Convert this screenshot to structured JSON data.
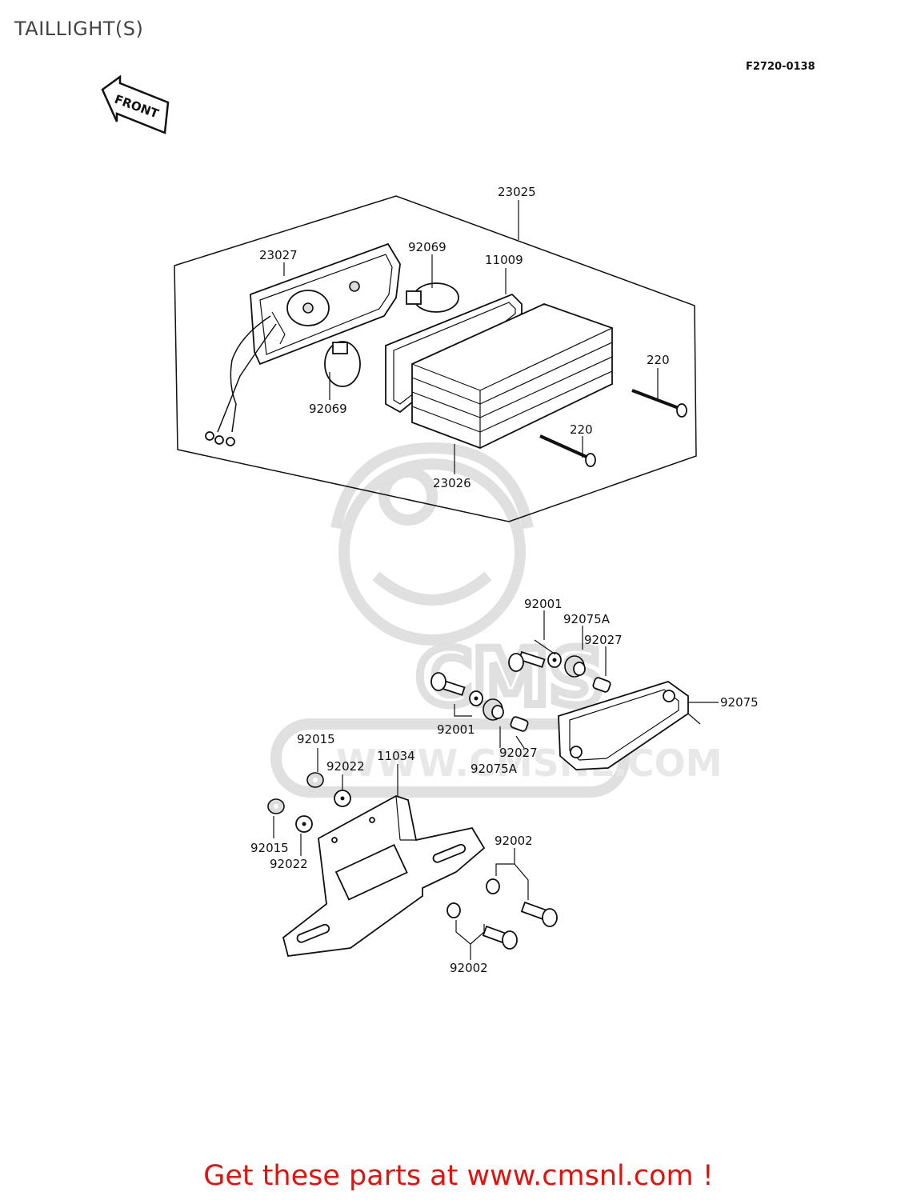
{
  "header": {
    "title": "TAILLIGHT(S)",
    "figure_code": "F2720-0138"
  },
  "front_arrow": {
    "label": "FRONT",
    "icon": "front-direction-arrow-icon"
  },
  "callouts": {
    "c23025": "23025",
    "c23027": "23027",
    "c92069_top": "92069",
    "c11009": "11009",
    "c92069_bottom": "92069",
    "c220_top": "220",
    "c220_bottom": "220",
    "c23026": "23026",
    "c92001_top": "92001",
    "c92075A_top": "92075A",
    "c92027_top": "92027",
    "c92075": "92075",
    "c92001_mid": "92001",
    "c92027_mid": "92027",
    "c92075A_mid": "92075A",
    "c92015_top": "92015",
    "c11034": "11034",
    "c92022_top": "92022",
    "c92015_left": "92015",
    "c92022_left": "92022",
    "c92002_right": "92002",
    "c92002_bottom": "92002"
  },
  "watermark": {
    "text": "CMS",
    "url": "WWW.CMSNL.COM"
  },
  "footer": {
    "cta": "Get these parts at www.cmsnl.com !"
  },
  "colors": {
    "cta": "#e2120d",
    "ink": "#111111",
    "watermark": "#dddddd"
  }
}
